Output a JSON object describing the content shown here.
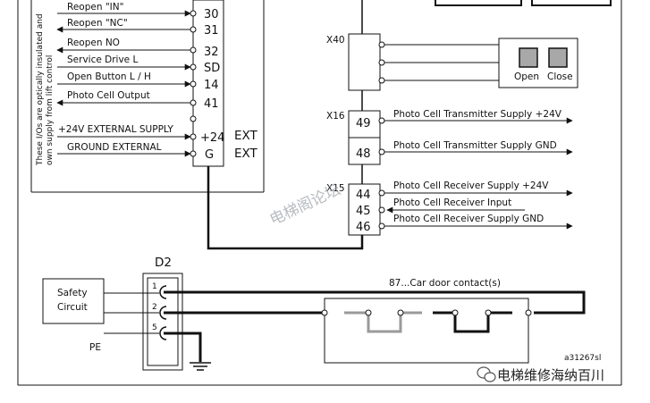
{
  "controller": {
    "signals": [
      "Reopen \"IN\"",
      "Reopen \"NC\"",
      "Reopen NO",
      "Service Drive L",
      "Open Button L / H",
      "Photo Cell Output",
      "+24V EXTERNAL SUPPLY",
      "GROUND EXTERNAL"
    ],
    "pins": [
      "30",
      "31",
      "32",
      "SD",
      "14",
      "41",
      "+24",
      "G"
    ],
    "ext_labels": [
      "EXT",
      "EXT"
    ],
    "vertical_note_lines": [
      "These I/Os are optically insulated and",
      "own supply from lift control"
    ]
  },
  "x40": {
    "label": "X40",
    "buttons": [
      "Open",
      "Close"
    ]
  },
  "x16": {
    "label": "X16",
    "pins": [
      "49",
      "48"
    ],
    "signals": [
      "Photo Cell Transmitter Supply +24V",
      "Photo Cell Transmitter Supply GND"
    ]
  },
  "x15": {
    "label": "X15",
    "pins": [
      "44",
      "45",
      "46"
    ],
    "signals": [
      "Photo Cell Receiver Supply +24V",
      "Photo Cell Receiver Input",
      "Photo Cell Receiver Supply GND"
    ]
  },
  "d2": {
    "label": "D2",
    "pins": [
      "1",
      "2",
      "5"
    ],
    "safety_circuit": [
      "Safety",
      "Circuit"
    ],
    "pe_label": "PE"
  },
  "door_contact": {
    "label": "87...Car door contact(s)"
  },
  "drawing_id": "a31267sl",
  "watermark": "电梯阁论坛",
  "brand": "电梯维修海纳百川",
  "colors": {
    "line": "#111111",
    "contact_gray": "#9a9a9a",
    "button_fill": "#a8a8a8",
    "watermark": "#9aa0a8"
  }
}
